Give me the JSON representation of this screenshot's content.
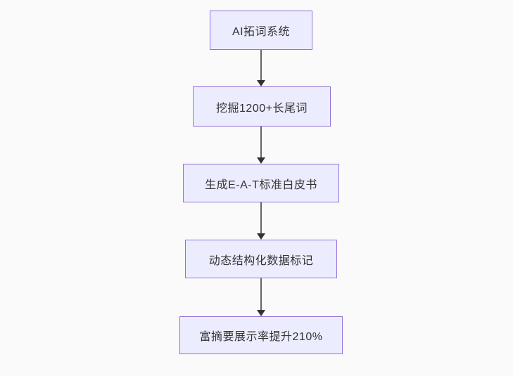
{
  "flowchart": {
    "type": "flowchart-top-down",
    "nodes": [
      {
        "label": "AI拓词系统"
      },
      {
        "label": "挖掘1200+长尾词"
      },
      {
        "label": "生成E-A-T标准白皮书"
      },
      {
        "label": "动态结构化数据标记"
      },
      {
        "label": "富摘要展示率提升210%"
      }
    ],
    "edges": [
      {
        "from": 0,
        "to": 1,
        "style": "arrow-down"
      },
      {
        "from": 1,
        "to": 2,
        "style": "arrow-down"
      },
      {
        "from": 2,
        "to": 3,
        "style": "arrow-down"
      },
      {
        "from": 3,
        "to": 4,
        "style": "arrow-down"
      }
    ],
    "colors": {
      "background": "#fafafa",
      "node_fill": "#ececff",
      "node_border": "#9370db",
      "node_text": "#333333",
      "arrow_line": "#666666",
      "arrow_head": "#333333"
    }
  }
}
